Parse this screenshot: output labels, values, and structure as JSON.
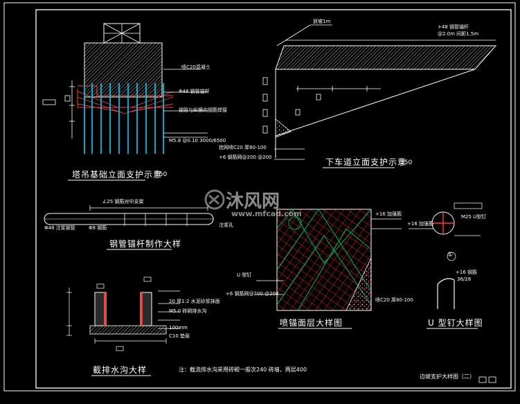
{
  "titles": {
    "tower": "塔吊基础立面支护示意",
    "tower_scale": "150",
    "road": "下车道立面支护示意",
    "road_scale": "150",
    "anchor": "钢管锚杆制作大样",
    "drain": "截排水沟大样",
    "shotcrete": "喷锚面层大样图",
    "unail": "U 型钉大样图",
    "sheet": "边坡支护大样图（二）"
  },
  "notes": {
    "drain_note": "注：截流排水沟采用砖砌一般次240 砖墙，两层400"
  },
  "annotations": {
    "tower": [
      "Φ48 钢管锚杆",
      "钢管与纵横向钢筋焊接",
      "喷C20混凝土",
      "M5.8 @0.10 3000/6500"
    ],
    "road": [
      "放坡1m",
      "+48 钢管锚杆",
      "@2.0m 间距1.5m",
      "挂网喷C20 厚80-100",
      "+6 钢筋网@200 @200"
    ],
    "anchor": [
      "∠25 钢筋对中支架",
      "Φ48 注浆钢管",
      "Φ8 钢筋",
      "注浆孔"
    ],
    "shotcrete": [
      "+16 加强筋",
      "U 型钉",
      "+6 钢筋网@200 @200",
      "喷C20 厚80-100"
    ],
    "unail": [
      "+16 加强筋",
      "M25 U型钉",
      "+16 钢筋",
      "36/28",
      "①"
    ],
    "drain": [
      "20 厚1:2 水泥砂浆抹面",
      "M5.0 砖砌排水沟",
      "100mm",
      "C10 垫层"
    ]
  },
  "watermark": {
    "brand": "沐风网",
    "url": "www.mfcad.com"
  },
  "colors": {
    "background": "#000000",
    "line": "#ffffff",
    "struct": "#00d4ff",
    "rebar": "#ff3b3b",
    "mesh": "#ff2a2a",
    "hatch": "#00b060",
    "soil": "#c8c8c8",
    "gray": "#a0a0a0"
  }
}
